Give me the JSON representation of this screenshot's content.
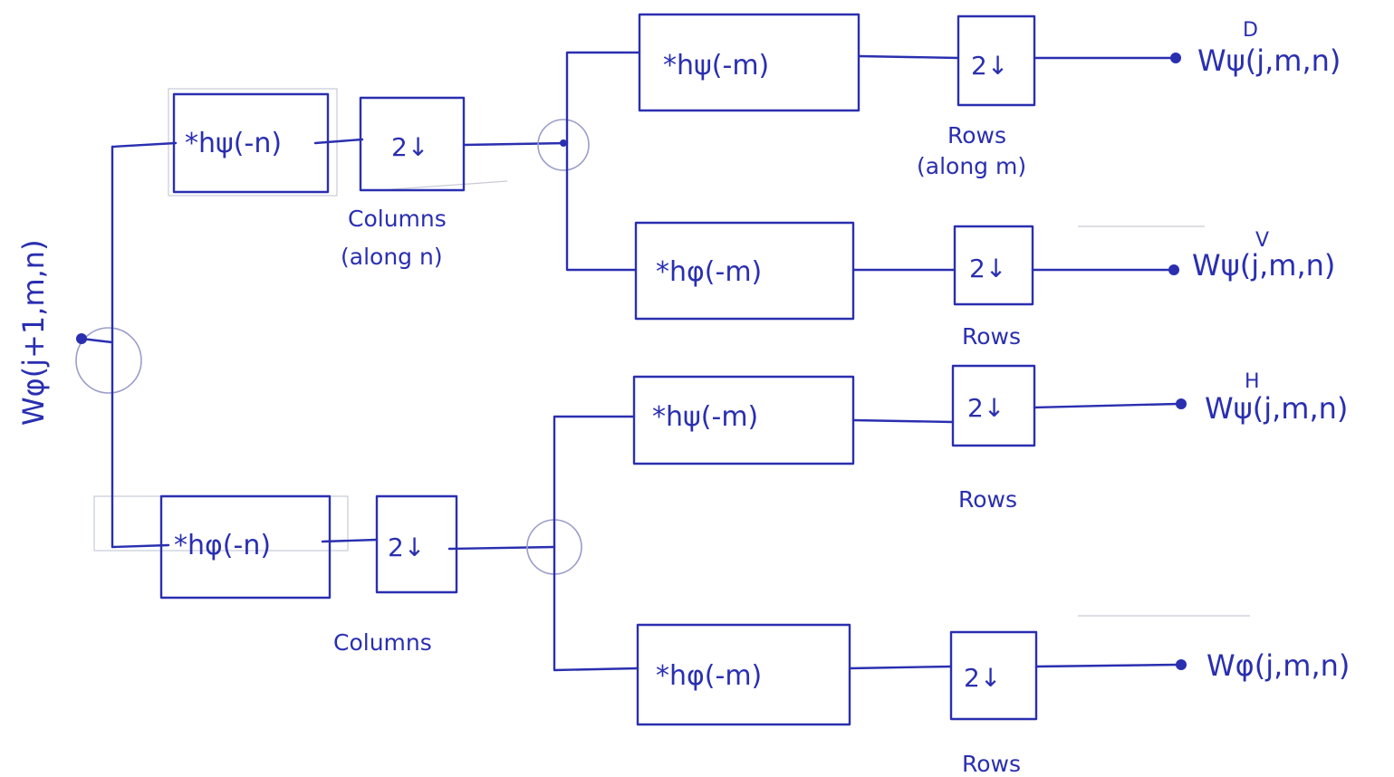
{
  "input": {
    "label": "Wφ(j+1,m,n)"
  },
  "stage1": {
    "top": {
      "filter": "*hψ(-n)",
      "downsample": "2↓",
      "axis_label_1": "Columns",
      "axis_label_2": "(along n)"
    },
    "bottom": {
      "filter": "*hφ(-n)",
      "downsample": "2↓",
      "axis_label_1": "Columns"
    }
  },
  "stage2": [
    {
      "filter": "*hψ(-m)",
      "downsample": "2↓",
      "rows_label_1": "Rows",
      "rows_label_2": "(along m)",
      "output": "Wψ(j,m,n)",
      "output_sup": "D"
    },
    {
      "filter": "*hφ(-m)",
      "downsample": "2↓",
      "rows_label_1": "Rows",
      "rows_label_2": "",
      "output": "Wψ(j,m,n)",
      "output_sup": "V"
    },
    {
      "filter": "*hψ(-m)",
      "downsample": "2↓",
      "rows_label_1": "Rows",
      "rows_label_2": "",
      "output": "Wψ(j,m,n)",
      "output_sup": "H"
    },
    {
      "filter": "*hφ(-m)",
      "downsample": "2↓",
      "rows_label_1": "Rows",
      "rows_label_2": "",
      "output": "Wφ(j,m,n)",
      "output_sup": ""
    }
  ],
  "colors": {
    "ink": "#2a2fb0",
    "paper": "#ffffff",
    "ghost": "#c9cbd6"
  }
}
